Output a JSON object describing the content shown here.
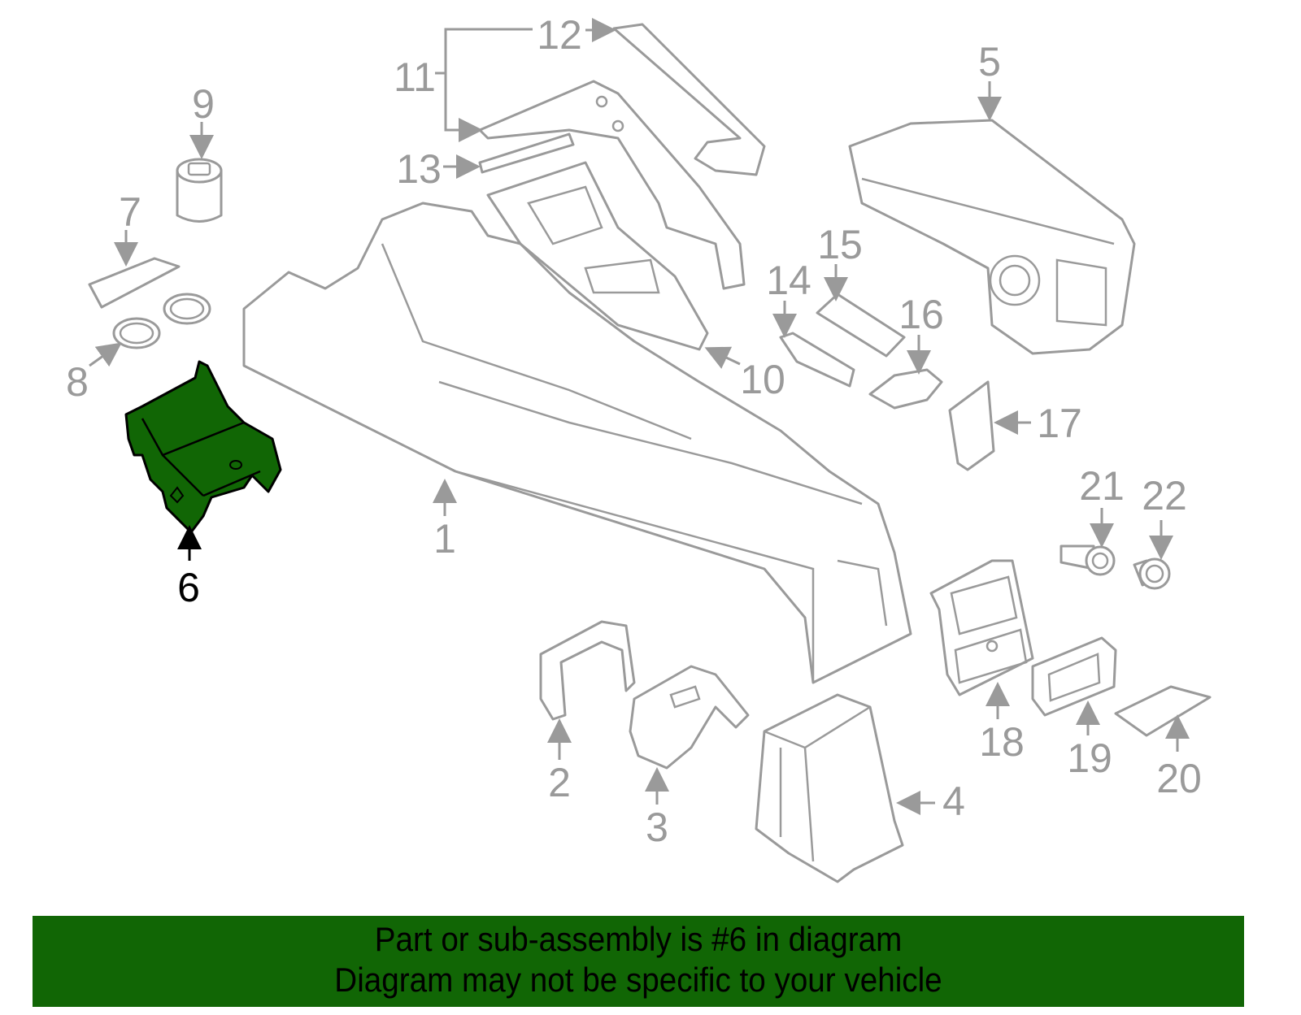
{
  "diagram": {
    "highlighted_part": "6",
    "highlight_color": "#116605",
    "callouts": [
      "1",
      "2",
      "3",
      "4",
      "5",
      "6",
      "7",
      "8",
      "9",
      "10",
      "11",
      "12",
      "13",
      "14",
      "15",
      "16",
      "17",
      "18",
      "19",
      "20",
      "21",
      "22"
    ]
  },
  "banner": {
    "line1": "Part or sub-assembly is #6 in diagram",
    "line2": "Diagram may not be specific to your vehicle",
    "background": "#116605"
  }
}
